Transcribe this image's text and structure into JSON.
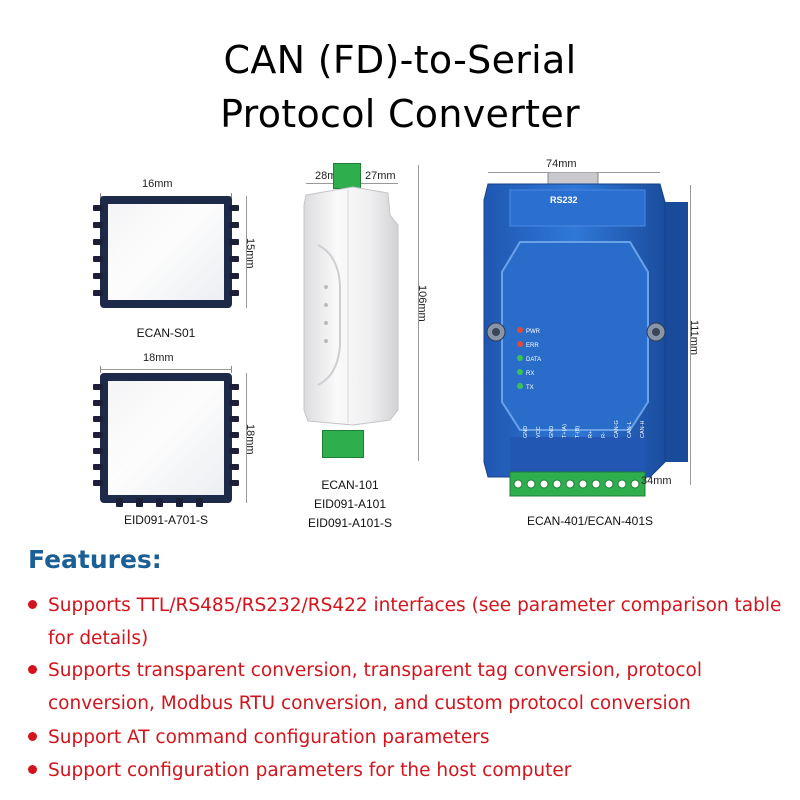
{
  "title": {
    "line1": "CAN (FD)-to-Serial",
    "line2": "Protocol Converter"
  },
  "products": {
    "s01": {
      "width_label": "16mm",
      "height_label": "15mm",
      "caption": "ECAN-S01"
    },
    "a701": {
      "width_label": "18mm",
      "height_label": "18mm",
      "caption": "EID091-A701-S"
    },
    "e101": {
      "width_label_a": "28mm",
      "width_label_b": "27mm",
      "height_label": "106mm",
      "captions": [
        "ECAN-101",
        "EID091-A101",
        "EID091-A101-S"
      ]
    },
    "e401": {
      "width_label": "74mm",
      "height_label": "111mm",
      "depth_label": "34mm",
      "port_label": "RS232",
      "leds": [
        "PWR",
        "ERR",
        "DATA",
        "RX",
        "TX"
      ],
      "terminal_labels": [
        "GND",
        "VCC",
        "GND",
        "T+(A)",
        "T-(B)",
        "R+",
        "R-",
        "CAN-G",
        "CAN-L",
        "CAN-H"
      ],
      "caption": "ECAN-401/ECAN-401S"
    }
  },
  "features": {
    "heading": "Features:",
    "items": [
      "Supports TTL/RS485/RS232/RS422 interfaces (see parameter comparison table for details)",
      "Supports transparent conversion, transparent tag conversion, protocol conversion, Modbus RTU conversion, and custom protocol conversion",
      "Support AT command configuration parameters",
      "Support configuration parameters for the host computer"
    ]
  },
  "colors": {
    "heading_blue": "#1c5f95",
    "feature_red": "#d4141c",
    "module_navy": "#1e2a4a",
    "device_blue": "#2a6cc9",
    "terminal_green": "#2fae4e"
  }
}
